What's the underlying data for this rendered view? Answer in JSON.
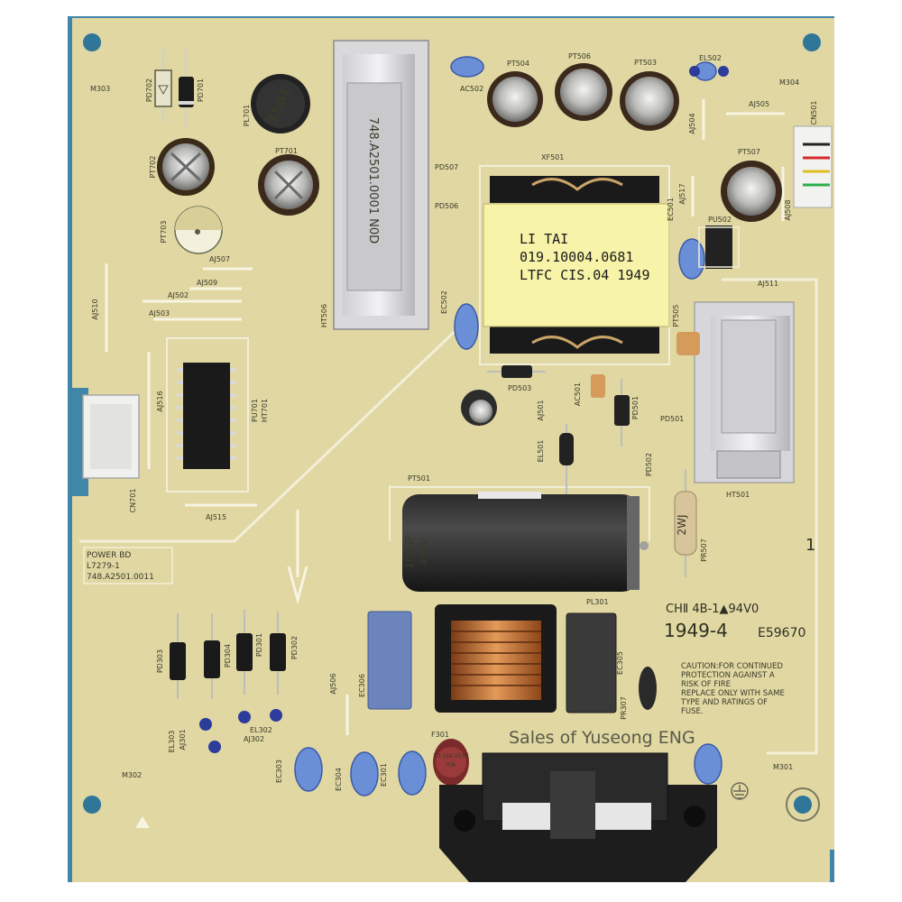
{
  "board": {
    "title_lines": [
      "POWER BD",
      "L7279-1",
      "748.A2501.0011"
    ],
    "transformer_label": [
      "LI TAI",
      "019.10004.0681",
      "LTFC  CIS.04  1949"
    ],
    "caution_lines": [
      "CAUTION:FOR CONTINUED",
      "PROTECTION AGAINST A",
      "RISK OF FIRE",
      "REPLACE ONLY WITH SAME",
      "TYPE AND RATINGS OF",
      "FUSE."
    ],
    "ul_mark": "CHⅡ 4B-1▲94V0",
    "date_code": "1949-4",
    "file_number": "E59670",
    "watermark": "Sales of Yuseong ENG",
    "page_marker": "1",
    "colors": {
      "board": "#e2d9a4",
      "edge": "#3c7fa0",
      "mount_hole": "#3b7b9c"
    }
  },
  "designators": {
    "m303": "M303",
    "m304": "M304",
    "m302": "M302",
    "m301": "M301",
    "pd702": "PD702",
    "pd701": "PD701",
    "pl701": "PL701",
    "pt702": "PT702",
    "pt701": "PT701",
    "pt703": "PT703",
    "aj507": "AJ507",
    "aj509": "AJ509",
    "aj502": "AJ502",
    "aj503": "AJ503",
    "aj510": "AJ510",
    "aj516": "AJ516",
    "pu701": "PU701",
    "ht701": "HT701",
    "cn701": "CN701",
    "aj515": "AJ515",
    "ht506": "HT506",
    "pd507": "PD507",
    "pd506": "PD506",
    "pt504": "PT504",
    "pt506": "PT506",
    "pt503": "PT503",
    "el502": "EL502",
    "ac502": "AC502",
    "aj504": "AJ504",
    "aj505": "AJ505",
    "cn501": "CN501",
    "pt507": "PT507",
    "aj508": "AJ508",
    "xf501": "XF501",
    "ec501": "EC501",
    "aj517": "AJ517",
    "pu502": "PU502",
    "aj511": "AJ511",
    "ec502": "EC502",
    "pt505": "PT505",
    "pd503": "PD503",
    "ac501": "AC501",
    "pd501": "PD501",
    "pd501b": "PD501",
    "aj501": "AJ501",
    "el501": "EL501",
    "pd502": "PD502",
    "ht501": "HT501",
    "pt501": "PT501",
    "pr507": "PR507",
    "pl301": "PL301",
    "ec305": "EC305",
    "pr307": "PR307",
    "ec306": "EC306",
    "aj506": "AJ506",
    "f301": "F301",
    "pd303": "PD303",
    "pd304": "PD304",
    "pd301": "PD301",
    "pd302": "PD302",
    "el303": "EL303",
    "aj301": "AJ301",
    "el302": "EL302",
    "aj302": "AJ302",
    "ec303": "EC303",
    "ec304": "EC304",
    "ec301": "EC301"
  },
  "parts": {
    "inductor_top": "350T",
    "resistor_value": "2WJ",
    "bulk_cap": [
      "100μF",
      "450V"
    ],
    "heatsink_print": "748.A2501.0001  N0D",
    "fuse_print": [
      "T3.15A 250V",
      "P/N"
    ]
  }
}
